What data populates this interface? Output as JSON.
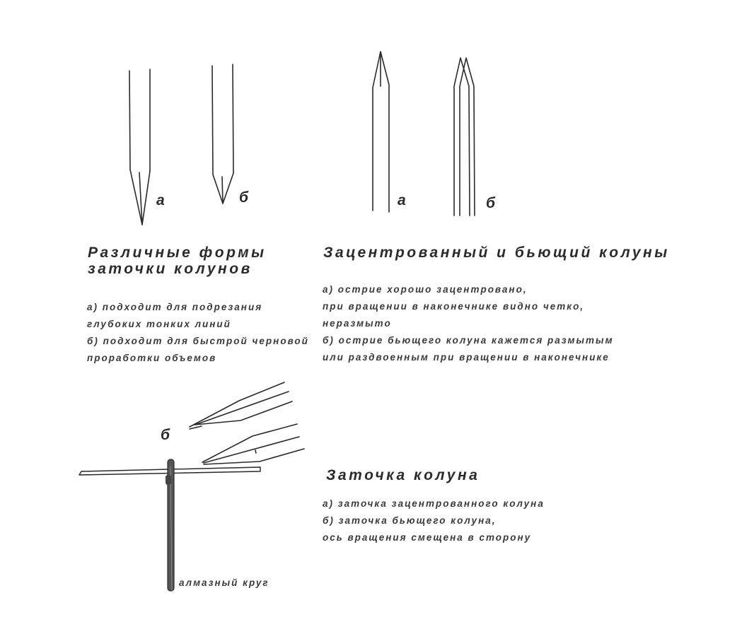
{
  "sections": {
    "sharpening_forms": {
      "title_lines": [
        "Различные формы",
        "заточки колунов"
      ],
      "items": [
        "а) подходит для подрезания",
        "глубоких тонких линий",
        "б) подходит для быстрой черновой",
        "проработки объемов"
      ],
      "fig_labels": {
        "a": "а",
        "b": "б"
      }
    },
    "centered_vs_beating": {
      "title": "Зацентрованный и бьющий колуны",
      "items": [
        "а) острие хорошо зацентровано,",
        "при вращении в наконечнике видно четко,",
        "неразмыто",
        "б) острие бьющего колуна кажется размытым",
        "или раздвоенным при вращении в наконечнике"
      ],
      "fig_labels": {
        "a": "а",
        "b": "б"
      }
    },
    "sharpening": {
      "title": "Заточка колуна",
      "items": [
        "а) заточка зацентрованного колуна",
        "б) заточка бьющего колуна,",
        "ось вращения смещена в сторону"
      ],
      "fig_label_b": "б",
      "wheel_label": "алмазный круг"
    }
  },
  "colors": {
    "ink": "#2a2a2a",
    "background": "#ffffff"
  }
}
